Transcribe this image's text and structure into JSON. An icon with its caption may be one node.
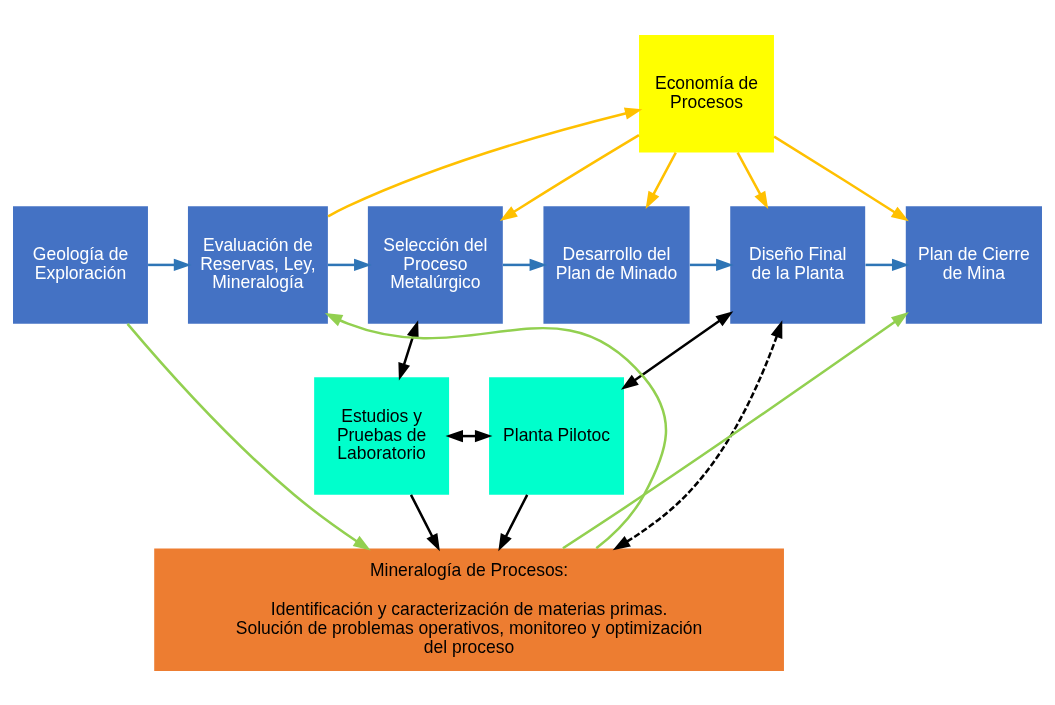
{
  "diagram": {
    "nodes": [
      {
        "text": [
          "Economía de Procesos"
        ]
      },
      {
        "text": [
          "Geología de Exploración"
        ]
      },
      {
        "text": [
          "Evaluación de Reservas, Ley, Mineralogía"
        ]
      },
      {
        "text": [
          "Selección del Proceso Metalúrgico"
        ]
      },
      {
        "text": [
          "Desarrollo del Plan de Minado"
        ]
      },
      {
        "text": [
          "Diseño Final de la Planta"
        ]
      },
      {
        "text": [
          "Plan de Cierre de Mina"
        ]
      },
      {
        "text": [
          "Estudios y Pruebas de Laboratorio"
        ]
      },
      {
        "text": [
          "Planta Pilotoc"
        ]
      },
      {
        "text": [
          "Mineralogía de Procesos:",
          "Identificación y caracterización de materias primas. Solución de problemas operativos, monitoreo y optimización del proceso"
        ]
      }
    ],
    "edges": [
      {
        "from": 1,
        "to": 2,
        "arrow": "to",
        "color": "#2e75b6"
      },
      {
        "from": 2,
        "to": 3,
        "arrow": "to",
        "color": "#2e75b6"
      },
      {
        "from": 3,
        "to": 4,
        "arrow": "to",
        "color": "#2e75b6"
      },
      {
        "from": 4,
        "to": 5,
        "arrow": "to",
        "color": "#2e75b6"
      },
      {
        "from": 5,
        "to": 6,
        "arrow": "to",
        "color": "#2e75b6"
      },
      {
        "from": 2,
        "to": 0,
        "arrow": "to",
        "color": "#ffc000"
      },
      {
        "from": 0,
        "to": 3,
        "arrow": "to",
        "color": "#ffc000"
      },
      {
        "from": 0,
        "to": 4,
        "arrow": "to",
        "color": "#ffc000"
      },
      {
        "from": 0,
        "to": 5,
        "arrow": "to",
        "color": "#ffc000"
      },
      {
        "from": 0,
        "to": 6,
        "arrow": "to",
        "color": "#ffc000"
      },
      {
        "from": 3,
        "to": 7,
        "arrow": "both"
      },
      {
        "from": 7,
        "to": 8,
        "arrow": "both"
      },
      {
        "from": 5,
        "to": 8,
        "arrow": "both"
      },
      {
        "from": 7,
        "to": 9,
        "arrow": "to"
      },
      {
        "from": 8,
        "to": 9,
        "arrow": "to"
      },
      {
        "from": 5,
        "to": 9,
        "arrow": "both",
        "style": "dashed"
      },
      {
        "from": 1,
        "to": 9,
        "arrow": "to",
        "color": "#92d050"
      },
      {
        "from": 9,
        "to": 2,
        "arrow": "to",
        "color": "#92d050"
      },
      {
        "from": 9,
        "to": 6,
        "arrow": "to",
        "color": "#92d050"
      }
    ]
  }
}
